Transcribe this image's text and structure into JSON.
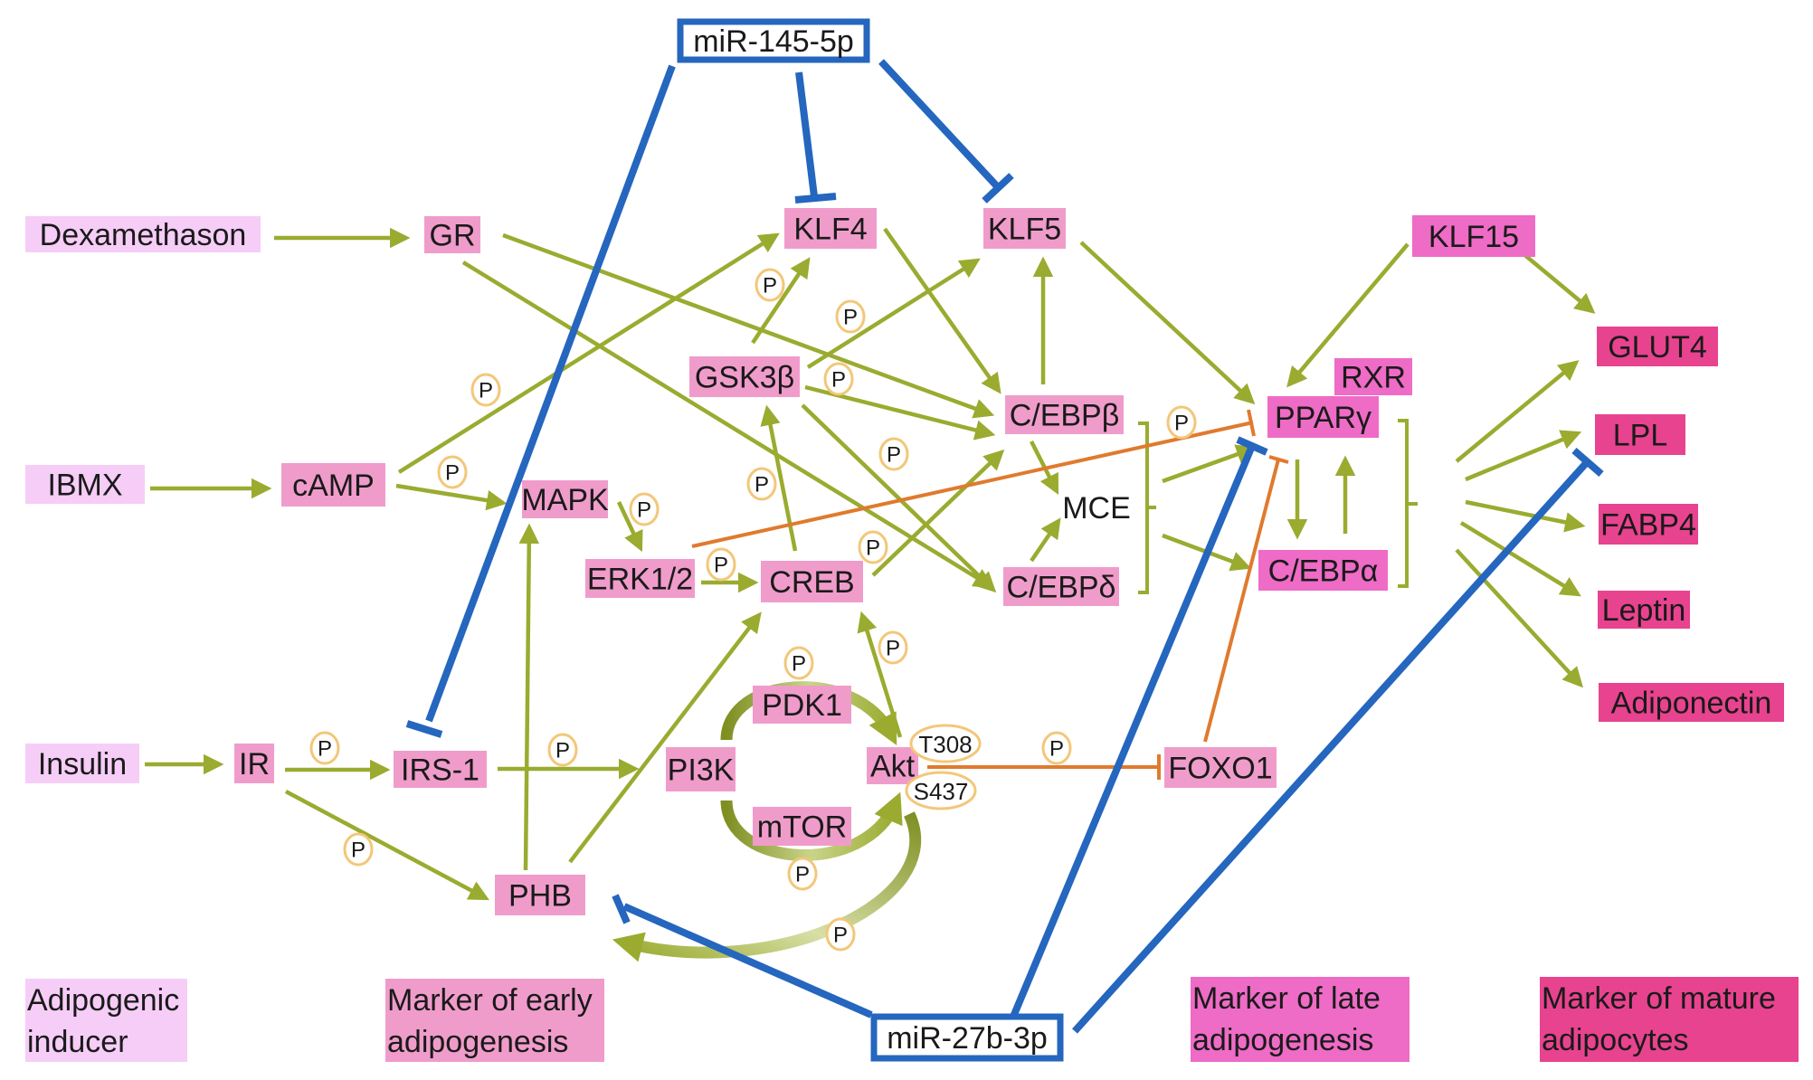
{
  "title": "Adipogenesis signaling network regulated by miR-145-5p and miR-27b-3p",
  "colors": {
    "inducer": "#f6cdf7",
    "early": "#f09ccb",
    "late": "#ee6bc6",
    "mature": "#e8438f",
    "activation": "#9aab30",
    "inhibition_mirna": "#2566be",
    "inhibition_orange": "#e07a2e",
    "phospho_ring": "#f3c779",
    "feedback_dark": "#7f8f22"
  },
  "nodes": {
    "dexamethason": {
      "label": "Dexamethason",
      "category": "inducer"
    },
    "ibmx": {
      "label": "IBMX",
      "category": "inducer"
    },
    "insulin": {
      "label": "Insulin",
      "category": "inducer"
    },
    "gr": {
      "label": "GR",
      "category": "early"
    },
    "camp": {
      "label": "cAMP",
      "category": "early"
    },
    "ir": {
      "label": "IR",
      "category": "early"
    },
    "irs1": {
      "label": "IRS-1",
      "category": "early"
    },
    "mapk": {
      "label": "MAPK",
      "category": "early"
    },
    "erk": {
      "label": "ERK1/2",
      "category": "early"
    },
    "creb": {
      "label": "CREB",
      "category": "early"
    },
    "gsk3b": {
      "label": "GSK3β",
      "category": "early"
    },
    "klf4": {
      "label": "KLF4",
      "category": "early"
    },
    "klf5": {
      "label": "KLF5",
      "category": "early"
    },
    "cebpb": {
      "label": "C/EBPβ",
      "category": "early"
    },
    "cebpd": {
      "label": "C/EBPδ",
      "category": "early"
    },
    "mce": {
      "label": "MCE",
      "category": "none"
    },
    "pi3k": {
      "label": "PI3K",
      "category": "early"
    },
    "pdk1": {
      "label": "PDK1",
      "category": "early"
    },
    "mtor": {
      "label": "mTOR",
      "category": "early"
    },
    "akt": {
      "label": "Akt",
      "category": "early"
    },
    "phb": {
      "label": "PHB",
      "category": "early"
    },
    "foxo1": {
      "label": "FOXO1",
      "category": "early"
    },
    "klf15": {
      "label": "KLF15",
      "category": "late"
    },
    "rxr": {
      "label": "RXR",
      "category": "late"
    },
    "pparg": {
      "label": "PPARγ",
      "category": "late"
    },
    "cebpa": {
      "label": "C/EBPα",
      "category": "late"
    },
    "glut4": {
      "label": "GLUT4",
      "category": "mature"
    },
    "lpl": {
      "label": "LPL",
      "category": "mature"
    },
    "fabp4": {
      "label": "FABP4",
      "category": "mature"
    },
    "leptin": {
      "label": "Leptin",
      "category": "mature"
    },
    "adiponectin": {
      "label": "Adiponectin",
      "category": "mature"
    },
    "mir145": {
      "label": "miR-145-5p",
      "category": "mirna"
    },
    "mir27b": {
      "label": "miR-27b-3p",
      "category": "mirna"
    }
  },
  "akt_sites": [
    "T308",
    "S437"
  ],
  "phospho_label": "P",
  "edges": [
    {
      "from": "dexamethason",
      "to": "gr",
      "type": "activation"
    },
    {
      "from": "ibmx",
      "to": "camp",
      "type": "activation"
    },
    {
      "from": "insulin",
      "to": "ir",
      "type": "activation"
    },
    {
      "from": "ir",
      "to": "irs1",
      "type": "activation",
      "phospho": true
    },
    {
      "from": "ir",
      "to": "phb",
      "type": "activation",
      "phospho": true
    },
    {
      "from": "irs1",
      "to": "pi3k",
      "type": "activation",
      "phospho": true
    },
    {
      "from": "camp",
      "to": "klf4",
      "type": "activation",
      "phospho": true
    },
    {
      "from": "camp",
      "to": "mapk",
      "type": "activation",
      "phospho": true
    },
    {
      "from": "gr",
      "to": "cebpb",
      "type": "activation"
    },
    {
      "from": "gr",
      "to": "cebpd",
      "type": "activation"
    },
    {
      "from": "mapk",
      "to": "erk",
      "type": "activation",
      "phospho": true
    },
    {
      "from": "erk",
      "to": "creb",
      "type": "activation",
      "phospho": true
    },
    {
      "from": "erk",
      "to": "pparg",
      "type": "inhibition",
      "phospho": true
    },
    {
      "from": "phb",
      "to": "mapk",
      "type": "activation"
    },
    {
      "from": "phb",
      "to": "creb",
      "type": "activation"
    },
    {
      "from": "creb",
      "to": "gsk3b",
      "type": "activation",
      "phospho": true
    },
    {
      "from": "creb",
      "to": "cebpb",
      "type": "activation",
      "phospho": true
    },
    {
      "from": "gsk3b",
      "to": "klf4",
      "type": "activation",
      "phospho": true
    },
    {
      "from": "gsk3b",
      "to": "klf5",
      "type": "activation",
      "phospho": true
    },
    {
      "from": "gsk3b",
      "to": "cebpb",
      "type": "activation",
      "phospho": true
    },
    {
      "from": "gsk3b",
      "to": "cebpd",
      "type": "activation",
      "phospho": true
    },
    {
      "from": "klf4",
      "to": "cebpb",
      "type": "activation"
    },
    {
      "from": "cebpb",
      "to": "klf5",
      "type": "activation"
    },
    {
      "from": "klf5",
      "to": "pparg",
      "type": "activation"
    },
    {
      "from": "cebpb",
      "to": "mce",
      "type": "activation"
    },
    {
      "from": "cebpd",
      "to": "mce",
      "type": "activation"
    },
    {
      "from": "mce-group",
      "to": "pparg",
      "type": "activation"
    },
    {
      "from": "mce-group",
      "to": "cebpa",
      "type": "activation"
    },
    {
      "from": "pparg",
      "to": "cebpa",
      "type": "activation"
    },
    {
      "from": "cebpa",
      "to": "pparg",
      "type": "activation"
    },
    {
      "from": "klf15",
      "to": "pparg",
      "type": "activation"
    },
    {
      "from": "klf15",
      "to": "glut4",
      "type": "activation"
    },
    {
      "from": "pparg-group",
      "to": "glut4",
      "type": "activation"
    },
    {
      "from": "pparg-group",
      "to": "lpl",
      "type": "activation"
    },
    {
      "from": "pparg-group",
      "to": "fabp4",
      "type": "activation"
    },
    {
      "from": "pparg-group",
      "to": "leptin",
      "type": "activation"
    },
    {
      "from": "pparg-group",
      "to": "adiponectin",
      "type": "activation"
    },
    {
      "from": "pi3k",
      "to": "akt",
      "via": "pdk1",
      "type": "activation",
      "phospho": true
    },
    {
      "from": "pi3k",
      "to": "akt",
      "via": "mtor",
      "type": "activation",
      "phospho": true
    },
    {
      "from": "akt",
      "to": "creb",
      "type": "activation",
      "phospho": true
    },
    {
      "from": "akt",
      "to": "phb",
      "type": "activation",
      "phospho": true
    },
    {
      "from": "akt",
      "to": "foxo1",
      "type": "inhibition",
      "phospho": true
    },
    {
      "from": "foxo1",
      "to": "pparg",
      "type": "inhibition"
    },
    {
      "from": "mir145",
      "to": "irs1",
      "type": "mirna-inhibition"
    },
    {
      "from": "mir145",
      "to": "klf4",
      "type": "mirna-inhibition"
    },
    {
      "from": "mir145",
      "to": "klf5",
      "type": "mirna-inhibition"
    },
    {
      "from": "mir27b",
      "to": "phb",
      "type": "mirna-inhibition"
    },
    {
      "from": "mir27b",
      "to": "pparg",
      "type": "mirna-inhibition"
    },
    {
      "from": "mir27b",
      "to": "lpl",
      "type": "mirna-inhibition"
    }
  ],
  "legend": [
    {
      "category": "inducer",
      "line1": "Adipogenic",
      "line2": "inducer"
    },
    {
      "category": "early",
      "line1": "Marker of early",
      "line2": "adipogenesis"
    },
    {
      "category": "late",
      "line1": "Marker of late",
      "line2": "adipogenesis"
    },
    {
      "category": "mature",
      "line1": "Marker of mature",
      "line2": "adipocytes"
    }
  ]
}
